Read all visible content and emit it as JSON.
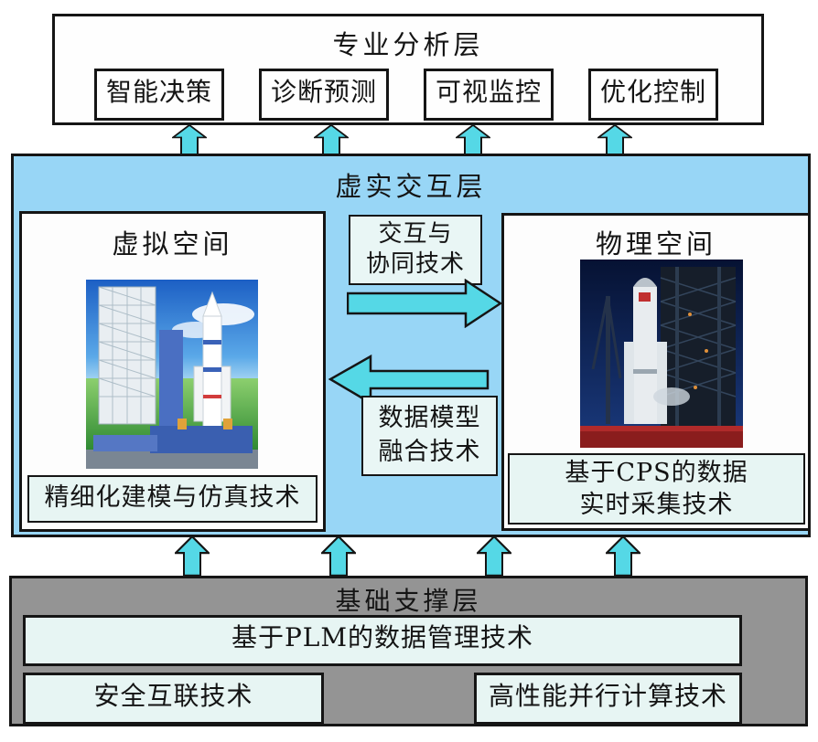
{
  "colors": {
    "interaction_layer_bg": "#98d6f6",
    "support_layer_bg": "#949494",
    "arrow_fill": "#55d8e6",
    "light_box_bg": "#e7f5f3",
    "outline": "#151515"
  },
  "icons": {
    "up_arrow": "⬆",
    "right_arrow": "➡",
    "left_arrow": "⬅",
    "virtual_space_image": "rocket-3d-model-with-launch-tower",
    "physical_space_image": "rocket-on-launch-pad-night-photo"
  },
  "analysis_layer": {
    "title": "专业分析层",
    "items": [
      "智能决策",
      "诊断预测",
      "可视监控",
      "优化控制"
    ]
  },
  "interaction_layer": {
    "title": "虚实交互层",
    "virtual_space": {
      "title": "虚拟空间",
      "caption": "精细化建模与仿真技术"
    },
    "physical_space": {
      "title": "物理空间",
      "caption": "基于CPS的数据\n实时采集技术"
    },
    "forward_tech": "交互与\n协同技术",
    "backward_tech": "数据模型\n融合技术"
  },
  "support_layer": {
    "title": "基础支撑层",
    "plm": "基于PLM的数据管理技术",
    "security": "安全互联技术",
    "hpc": "高性能并行计算技术"
  }
}
